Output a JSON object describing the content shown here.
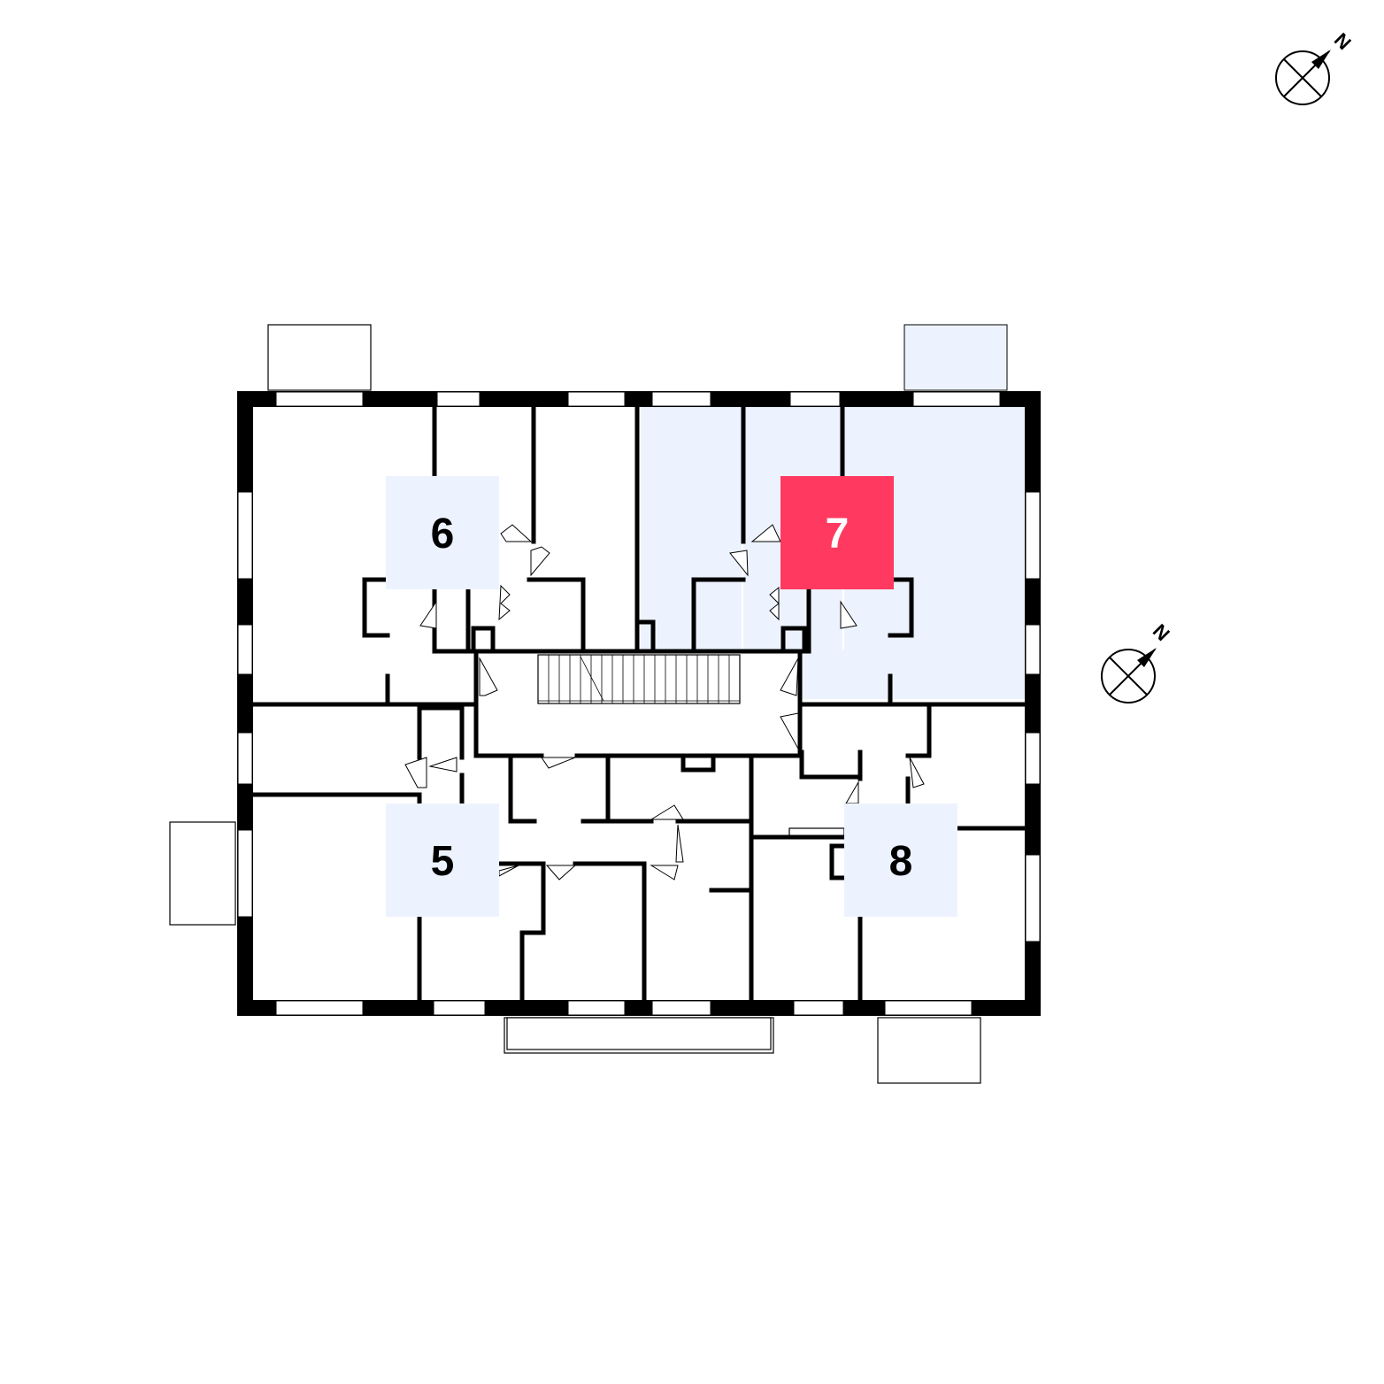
{
  "colors": {
    "walls": "#000000",
    "highlight_fill": "#edf3fe",
    "selected_unit_bg": "#ff3960",
    "label_bg": "#edf3fe",
    "label_text": "#000000",
    "selected_label_text": "#ffffff"
  },
  "selected_unit": "7",
  "units": [
    {
      "id": "6",
      "label": "6",
      "selected": false
    },
    {
      "id": "7",
      "label": "7",
      "selected": true
    },
    {
      "id": "5",
      "label": "5",
      "selected": false
    },
    {
      "id": "8",
      "label": "8",
      "selected": false
    }
  ],
  "compass": {
    "north_label": "N",
    "icon": "north-arrow-icon"
  }
}
